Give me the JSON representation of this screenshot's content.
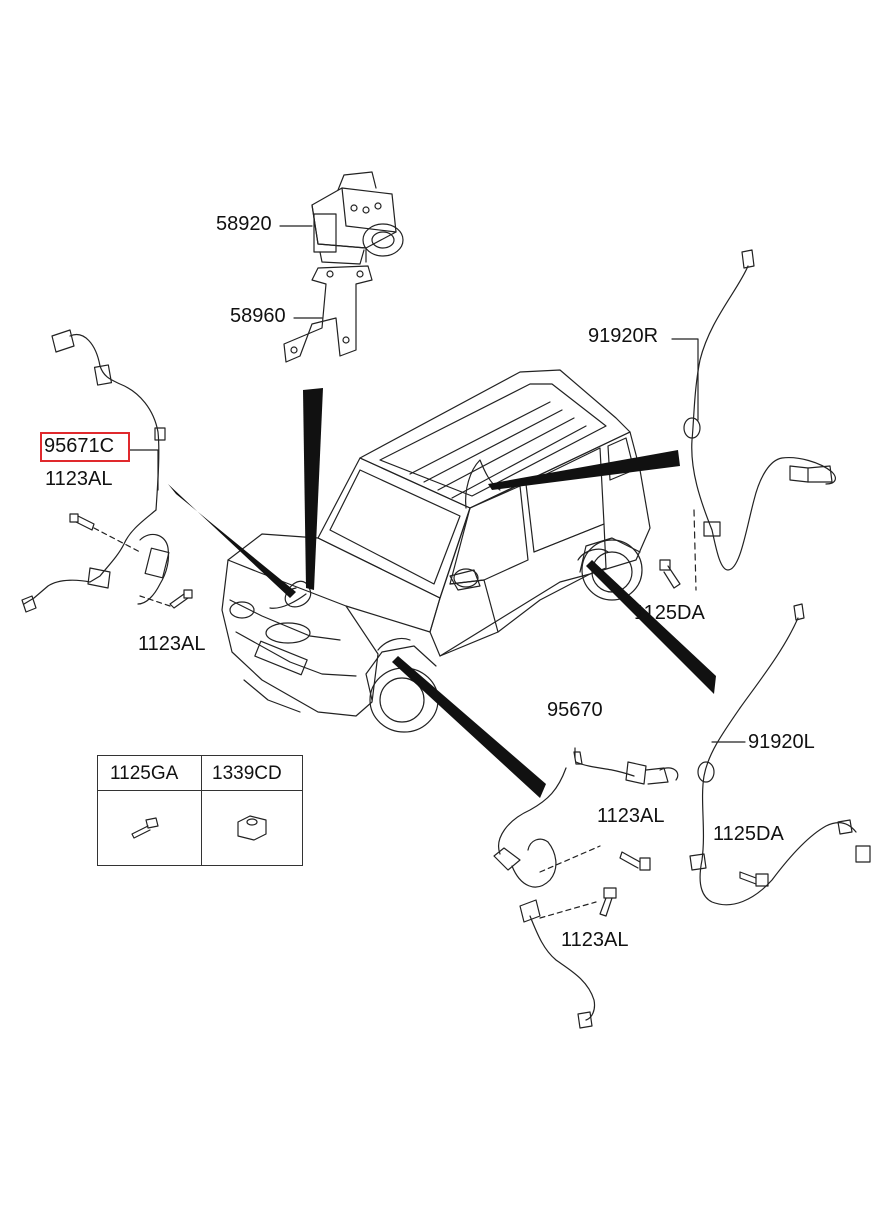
{
  "labels": {
    "abs_unit": "58920",
    "abs_bracket": "58960",
    "front_sensor_left": "95671C",
    "bolt_a": "1123AL",
    "bolt_b": "1123AL",
    "rear_cable_right": "91920R",
    "bolt_rear_right": "1125DA",
    "front_sensor_right": "95670",
    "bolt_c": "1123AL",
    "bolt_d": "1123AL",
    "rear_cable_left": "91920L",
    "bolt_rear_left": "1125DA"
  },
  "legend_table": {
    "col1_header": "1125GA",
    "col2_header": "1339CD",
    "col1_icon": "bolt-icon",
    "col2_icon": "nut-icon"
  },
  "highlight": {
    "label_key": "front_sensor_left",
    "color": "#e0292d"
  },
  "colors": {
    "line": "#222222",
    "leader_fill": "#111111"
  }
}
